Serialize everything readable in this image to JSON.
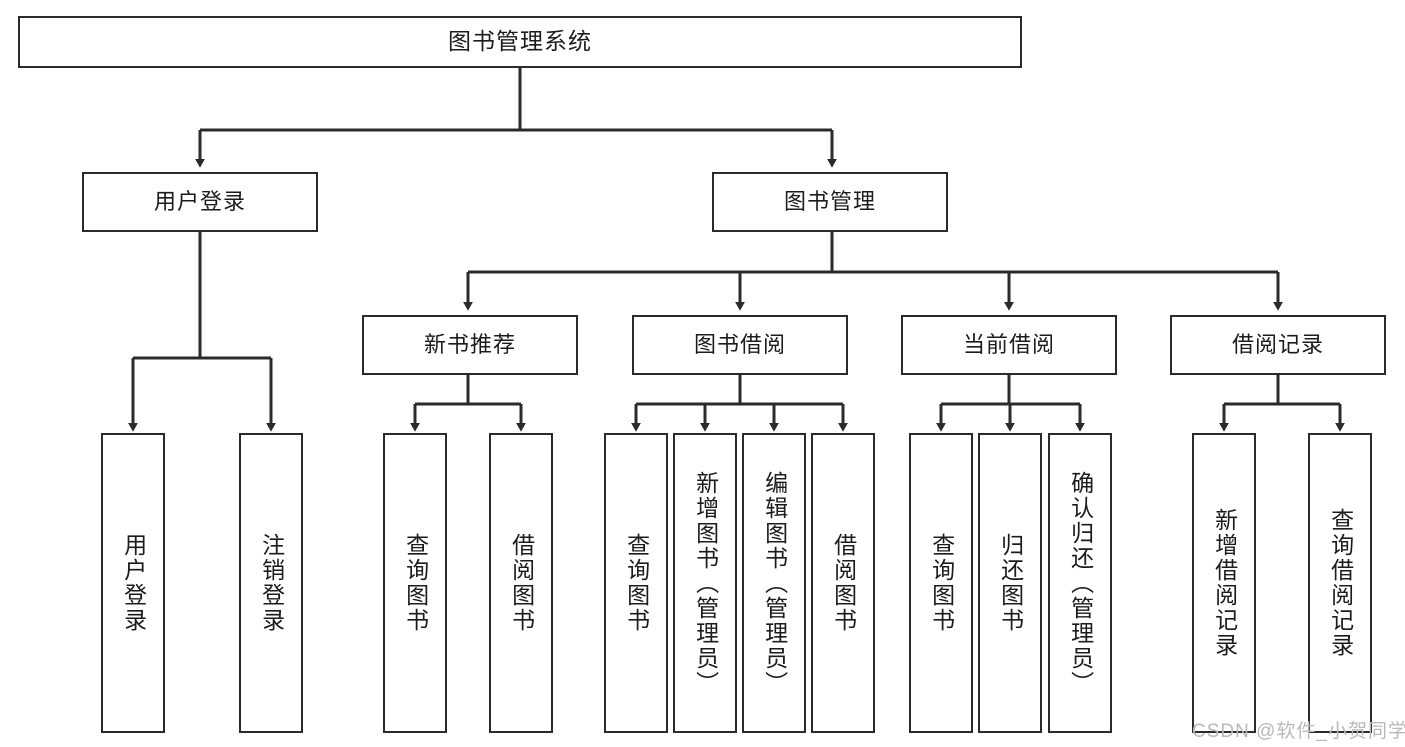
{
  "diagram": {
    "title": "图书管理系统",
    "type": "functional-structure-tree",
    "colors": {
      "box_border": "#2b2b2b",
      "box_fill": "#ffffff",
      "edge": "#2b2b2b",
      "text": "#1c1c1c",
      "watermark": "#b9b9b9"
    },
    "root": {
      "label": "图书管理系统"
    },
    "level2": [
      {
        "label": "用户登录"
      },
      {
        "label": "图书管理"
      }
    ],
    "level3": [
      {
        "label": "新书推荐"
      },
      {
        "label": "图书借阅"
      },
      {
        "label": "当前借阅"
      },
      {
        "label": "借阅记录"
      }
    ],
    "leaves": {
      "user_login": [
        {
          "label": "用户登录"
        },
        {
          "label": "注销登录"
        }
      ],
      "new_book_recommend": [
        {
          "label": "查询图书"
        },
        {
          "label": "借阅图书"
        }
      ],
      "book_borrow": [
        {
          "label": "查询图书"
        },
        {
          "label": "新增图书（管理员）"
        },
        {
          "label": "编辑图书（管理员）"
        },
        {
          "label": "借阅图书"
        }
      ],
      "current_borrow": [
        {
          "label": "查询图书"
        },
        {
          "label": "归还图书"
        },
        {
          "label": "确认归还（管理员）"
        }
      ],
      "borrow_record": [
        {
          "label": "新增借阅记录"
        },
        {
          "label": "查询借阅记录"
        }
      ]
    }
  },
  "watermark": {
    "text": "CSDN @软件_小贺同学"
  }
}
